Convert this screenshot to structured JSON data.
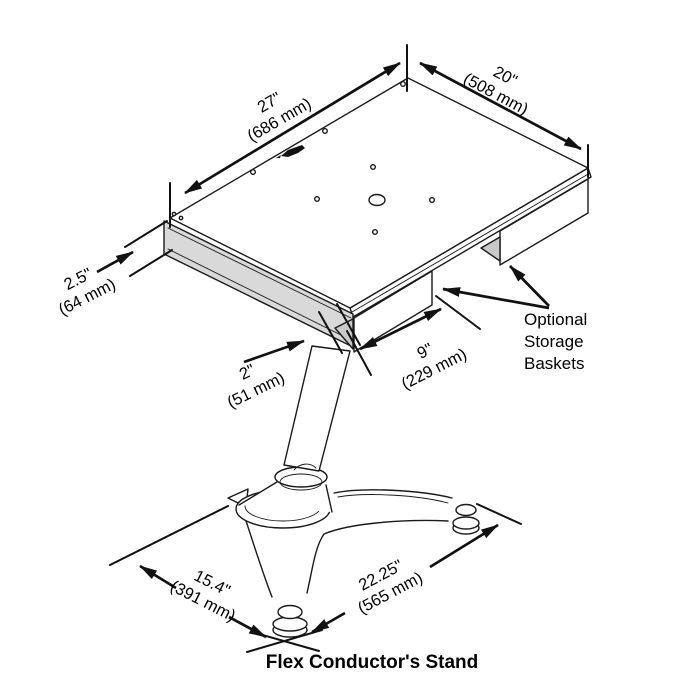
{
  "title": "Flex Conductor's Stand",
  "callout": {
    "line1": "Optional",
    "line2": "Storage",
    "line3": "Baskets"
  },
  "dims": {
    "top_length": {
      "in": "27\"",
      "mm": "(686 mm)"
    },
    "top_depth": {
      "in": "20\"",
      "mm": "(508 mm)"
    },
    "apron_height": {
      "in": "2.5\"",
      "mm": "(64 mm)"
    },
    "corner_height": {
      "in": "2\"",
      "mm": "(51 mm)"
    },
    "basket_opening": {
      "in": "9\"",
      "mm": "(229 mm)"
    },
    "base_width": {
      "in": "15.4\"",
      "mm": "(391 mm)"
    },
    "base_depth": {
      "in": "22.25\"",
      "mm": "(565 mm)"
    }
  },
  "icons": {
    "logo": "wenger-swoosh-logo"
  },
  "colors": {
    "line": "#1a1a1a",
    "arrow": "#111111",
    "shade": "#d9d9d9",
    "background": "#ffffff",
    "text": "#000000"
  }
}
